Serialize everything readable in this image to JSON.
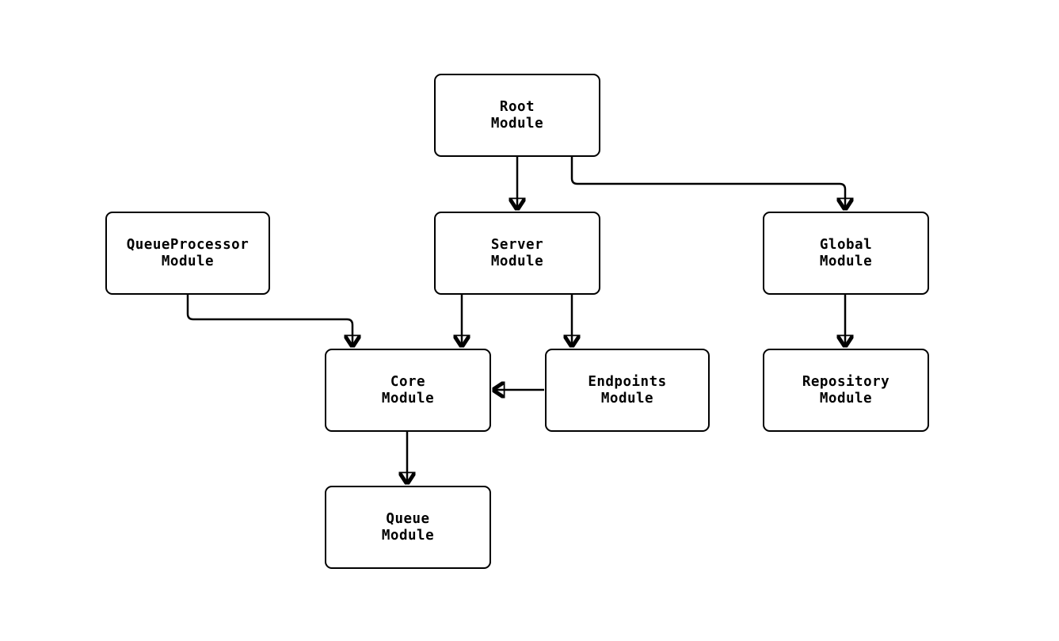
{
  "diagram": {
    "title": "",
    "background_color": "#ffffff",
    "stroke_color": "#000000",
    "node_fill_color": "#ffffff",
    "text_color": "#000000",
    "nodes": {
      "root": {
        "label": "Root\nModule"
      },
      "queueprocessor": {
        "label": "QueueProcessor\nModule"
      },
      "server": {
        "label": "Server\nModule"
      },
      "global": {
        "label": "Global\nModule"
      },
      "core": {
        "label": "Core\nModule"
      },
      "endpoints": {
        "label": "Endpoints\nModule"
      },
      "repository": {
        "label": "Repository\nModule"
      },
      "queue": {
        "label": "Queue\nModule"
      }
    },
    "edges": [
      {
        "from": "Root Module",
        "to": "Server Module"
      },
      {
        "from": "Root Module",
        "to": "Global Module"
      },
      {
        "from": "QueueProcessor Module",
        "to": "Core Module"
      },
      {
        "from": "Server Module",
        "to": "Core Module"
      },
      {
        "from": "Server Module",
        "to": "Endpoints Module"
      },
      {
        "from": "Endpoints Module",
        "to": "Core Module"
      },
      {
        "from": "Global Module",
        "to": "Repository Module"
      },
      {
        "from": "Core Module",
        "to": "Queue Module"
      }
    ]
  }
}
